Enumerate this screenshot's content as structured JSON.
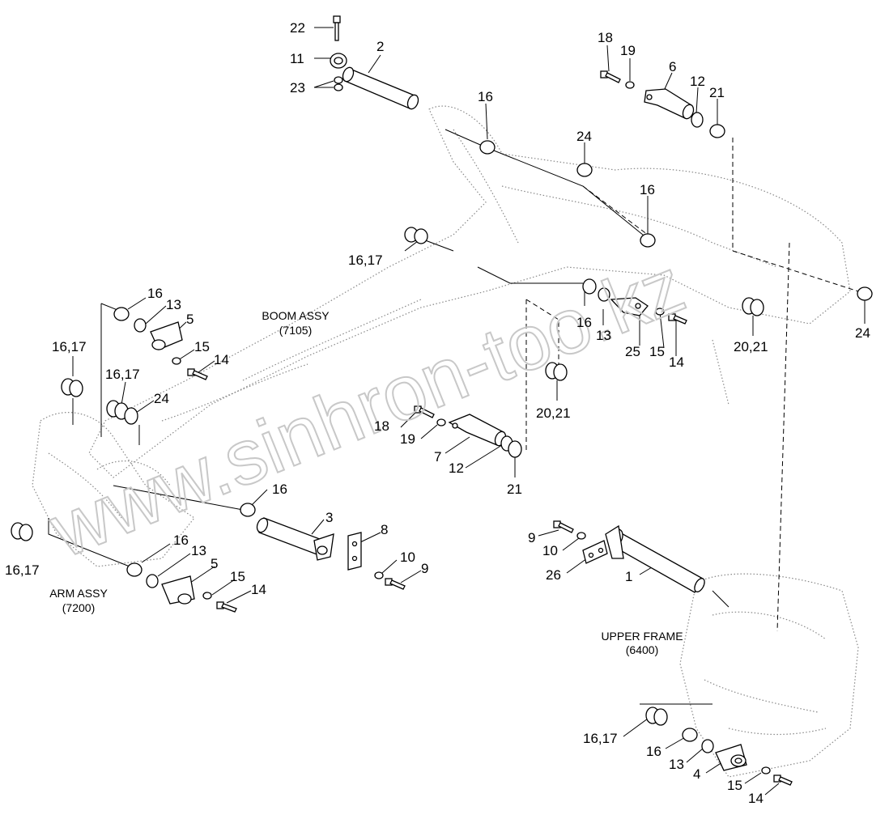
{
  "assemblies": {
    "boom": {
      "name": "BOOM ASSY",
      "code": "(7105)"
    },
    "arm": {
      "name": "ARM ASSY",
      "code": "(7200)"
    },
    "upper_frame": {
      "name": "UPPER FRAME",
      "code": "(6400)"
    }
  },
  "watermark": "www.sinhron-too.kz",
  "callouts": {
    "c22": "22",
    "c11": "11",
    "c23": "23",
    "c2": "2",
    "c18a": "18",
    "c19a": "19",
    "c6": "6",
    "c12a": "12",
    "c21a": "21",
    "c16a": "16",
    "c24a": "24",
    "c16b": "16",
    "c1617a": "16,17",
    "c16c": "16",
    "c13a": "13",
    "c5a": "5",
    "c1617b": "16,17",
    "c15a": "15",
    "c14a": "14",
    "c1617c": "16,17",
    "c24b": "24",
    "c16d": "16",
    "c13b": "13",
    "c25": "25",
    "c15b": "15",
    "c14b": "14",
    "c2021a": "20,21",
    "c24c": "24",
    "c2021b": "20,21",
    "c18b": "18",
    "c19b": "19",
    "c7": "7",
    "c12b": "12",
    "c21b": "21",
    "c16e": "16",
    "c3": "3",
    "c8": "8",
    "c10a": "10",
    "c9a": "9",
    "c1617d": "16,17",
    "c16f": "16",
    "c13c": "13",
    "c5b": "5",
    "c15c": "15",
    "c14c": "14",
    "c9b": "9",
    "c10b": "10",
    "c26": "26",
    "c1": "1",
    "c1617e": "16,17",
    "c16g": "16",
    "c13d": "13",
    "c4": "4",
    "c15d": "15",
    "c14d": "14"
  }
}
